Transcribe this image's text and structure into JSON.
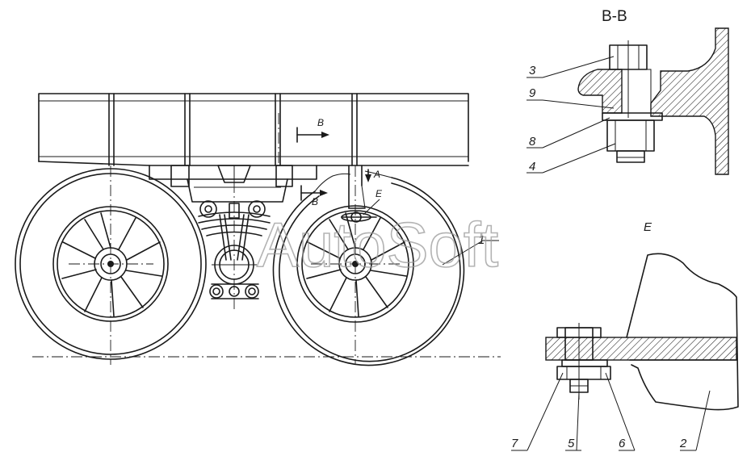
{
  "watermark": "AutoSoft",
  "view_labels": {
    "section_bb": "B-B",
    "detail_e": "E"
  },
  "main_view": {
    "section_mark_upper": "B",
    "section_mark_lower": "B",
    "arrow_a": "A",
    "detail_mark_e": "E",
    "callout_1": "1"
  },
  "section_bb": {
    "callouts": [
      "3",
      "9",
      "8",
      "4"
    ]
  },
  "detail_e": {
    "callouts": [
      "7",
      "5",
      "6",
      "2"
    ]
  }
}
